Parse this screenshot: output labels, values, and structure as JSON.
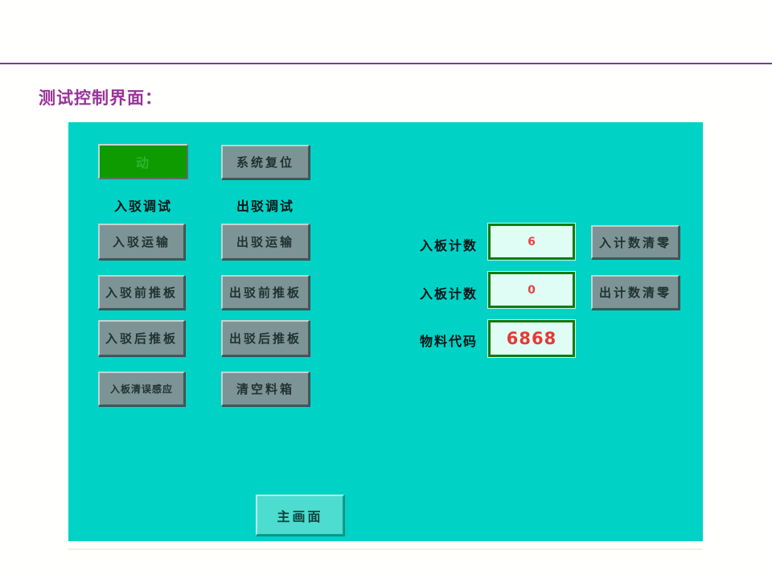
{
  "title": "测试控制界面：",
  "panel": {
    "start_button": "动",
    "reset_button": "系统复位",
    "in_section_label": "入驳调试",
    "out_section_label": "出驳调试",
    "in_buttons": [
      "入驳运输",
      "入驳前推板",
      "入驳后推板",
      "入板清误感应"
    ],
    "out_buttons": [
      "出驳运输",
      "出驳前推板",
      "出驳后推板",
      "清空料箱"
    ],
    "counters": [
      {
        "label": "入板计数",
        "value": "6",
        "clear": "入计数清零"
      },
      {
        "label": "入板计数",
        "value": "0",
        "clear": "出计数清零"
      },
      {
        "label": "物料代码",
        "value": "6868"
      }
    ],
    "home_button": "主画面"
  },
  "colors": {
    "accent_purple": "#993399",
    "divider_purple": "#7a3a94",
    "panel_cyan": "#00d2c6",
    "button_gray": "#7d9496",
    "start_green": "#0d9b00",
    "home_cyan": "#4ddcd0",
    "value_red": "#e64545",
    "input_bg": "#dffcf5",
    "input_border": "#117a11"
  }
}
